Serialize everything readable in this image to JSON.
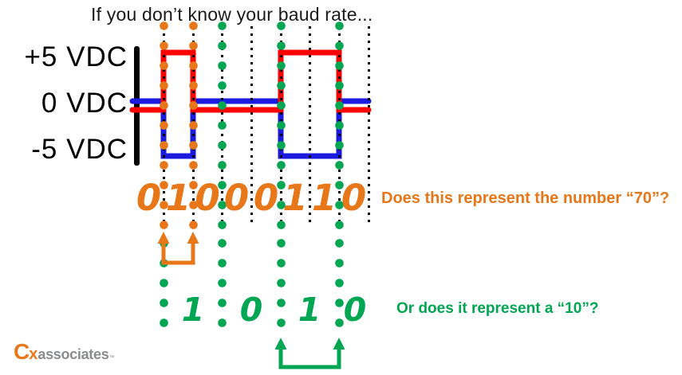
{
  "title": "If you don’t know your baud rate...",
  "axis": {
    "labels": [
      "+5 VDC",
      "0 VDC",
      "-5 VDC"
    ]
  },
  "rows": {
    "orange": {
      "bits": [
        "0",
        "1",
        "0",
        "0",
        "0",
        "1",
        "1",
        "0"
      ],
      "question": "Does this represent the number “70”?",
      "value": "70"
    },
    "green": {
      "bits": [
        "1",
        "0",
        "1",
        "0"
      ],
      "question": "Or does it represent a “10”?",
      "value": "10"
    }
  },
  "logo": {
    "c": "C",
    "x": "x",
    "name": "associates",
    "mark": "™"
  },
  "colors": {
    "red": "#FF0000",
    "blue": "#1B1BE0",
    "orange": "#E87719",
    "green": "#00A651",
    "title_text": "#1A1A1A",
    "logo_gray": "#8A8C8E"
  },
  "waveform": {
    "type": "line",
    "voltage_levels": [
      "+5 VDC",
      "0 VDC",
      "-5 VDC"
    ],
    "red_trace_vdc_per_interval": [
      0,
      5,
      0,
      0,
      0,
      5,
      5,
      0
    ],
    "blue_trace_vdc_per_interval": [
      0,
      -5,
      0,
      0,
      0,
      -5,
      -5,
      0
    ],
    "bits_fast": "01000110",
    "bits_slow": "1010"
  }
}
